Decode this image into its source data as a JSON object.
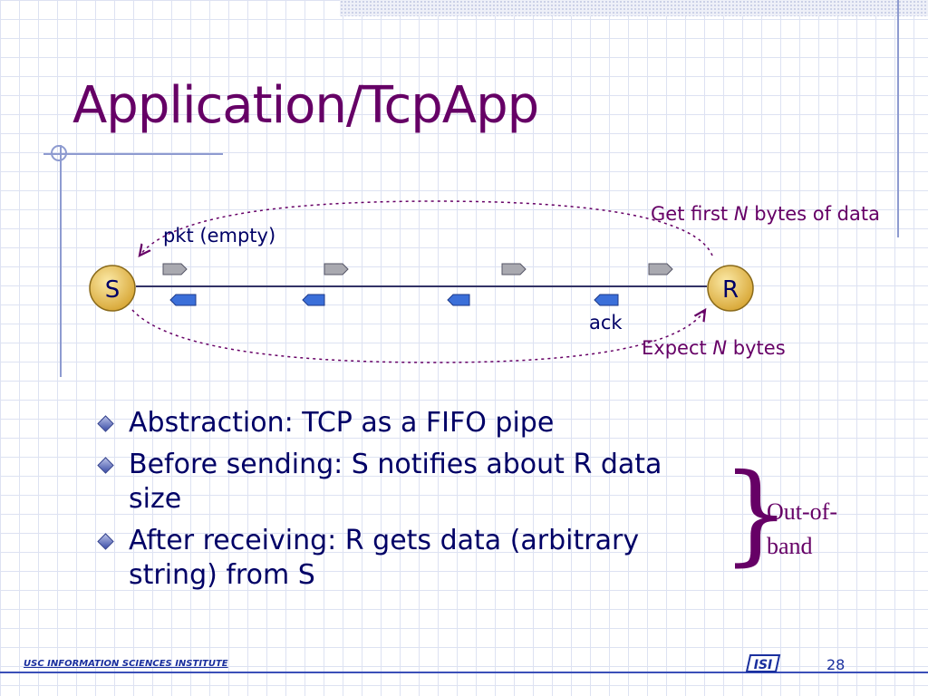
{
  "slide": {
    "title": "Application/TcpApp"
  },
  "diagram": {
    "sender": "S",
    "receiver": "R",
    "label_top_right_pre": "Get first ",
    "label_top_right_var": "N",
    "label_top_right_post": " bytes of data",
    "label_pkt": "pkt (empty)",
    "label_ack": "ack",
    "label_expect_pre": "Expect ",
    "label_expect_var": "N",
    "label_expect_post": " bytes",
    "colors": {
      "node_fill": "#e8c468",
      "label_purple": "#660066",
      "label_navy": "#000066",
      "data_packet": "#a9a9b0",
      "ack_packet": "#3b6fd9"
    }
  },
  "bullets": [
    "Abstraction: TCP as a FIFO pipe",
    "Before sending: S notifies about R data size",
    "After receiving: R gets data (arbitrary string) from S"
  ],
  "side_note": {
    "brace": "}",
    "text": "Out-of-band"
  },
  "footer": {
    "organization": "USC  INFORMATION SCIENCES INSTITUTE",
    "logo_text": "ISI",
    "page_number": "28"
  }
}
